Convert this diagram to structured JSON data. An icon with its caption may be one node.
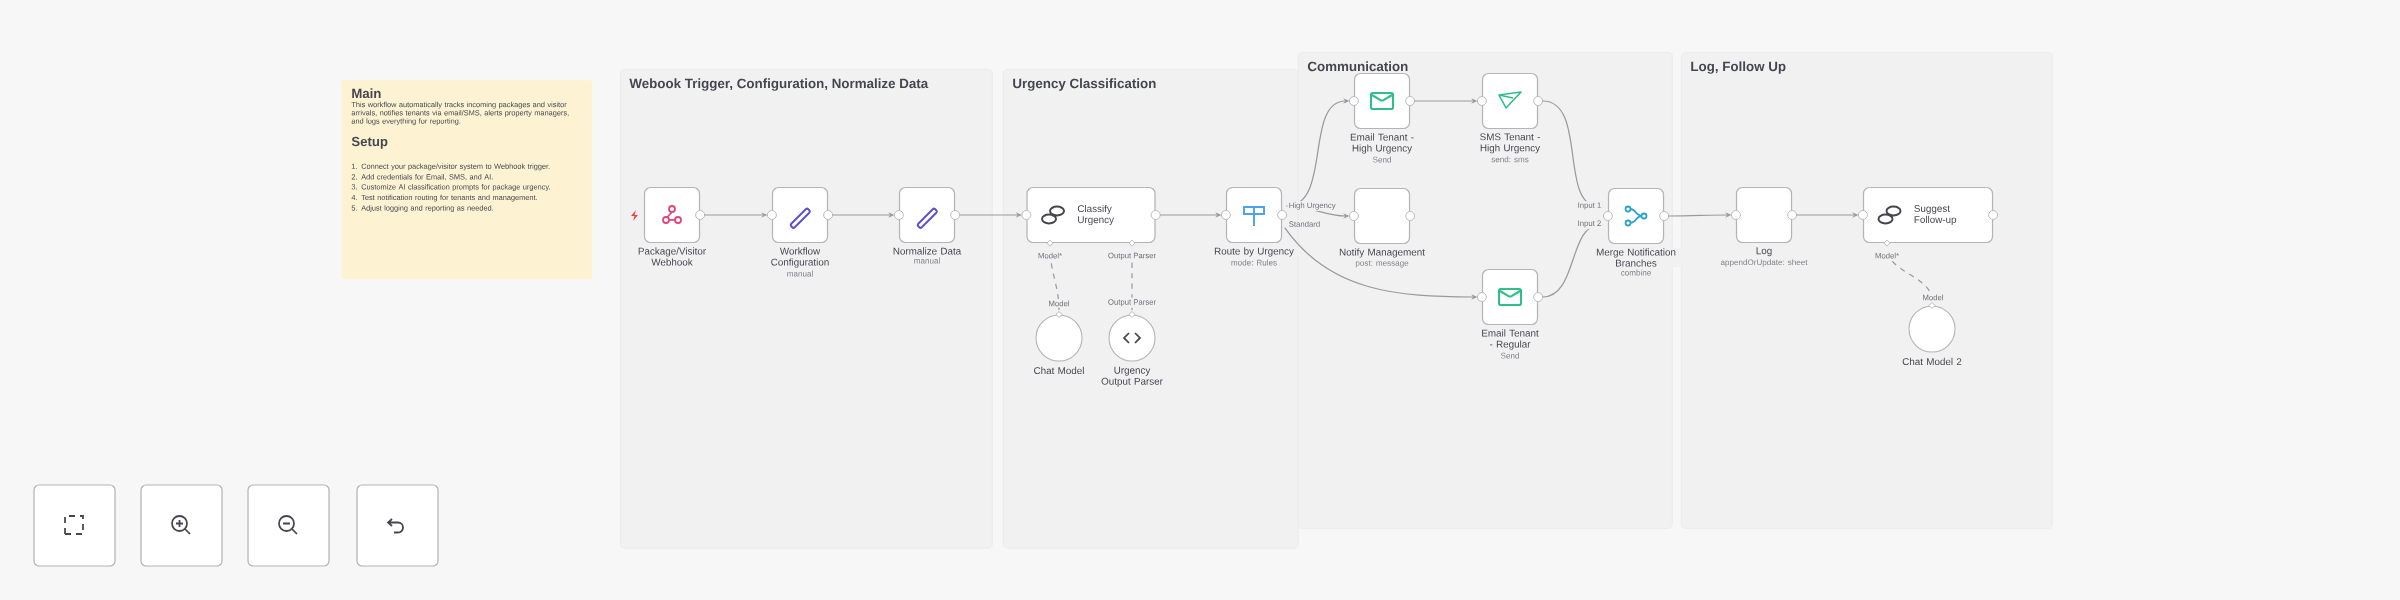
{
  "diagram": {
    "nodes": [
      {
        "text": [
          "Main",
          "This workflow automatically tracks incoming packages and visitor arrivals, notifies tenants via email/SMS, alerts property managers, and logs everything for reporting.",
          "Setup",
          "1. Connect your package/visitor system to Webhook trigger.",
          "2. Add credentials for Email, SMS, and AI.",
          "3. Customize AI classification prompts for package urgency.",
          "4. Test notification routing for tenants and management.",
          "5. Adjust logging and reporting as needed."
        ]
      },
      {
        "text": [
          "Webook Trigger, Configuration, Normalize Data"
        ]
      },
      {
        "text": [
          "Urgency Classification"
        ]
      },
      {
        "text": [
          "Communication"
        ]
      },
      {
        "text": [
          "Log, Follow Up"
        ]
      },
      {
        "text": [
          "Package/Visitor Webhook"
        ],
        "in": 1
      },
      {
        "text": [
          "Workflow Configuration"
        ],
        "beside": [
          "manual"
        ],
        "in": 1
      },
      {
        "text": [
          "Normalize Data"
        ],
        "beside": [
          "manual"
        ],
        "in": 1
      },
      {
        "text": [
          "Classify Urgency"
        ],
        "in": 2
      },
      {
        "text": [
          "Chat Model"
        ],
        "in": 2
      },
      {
        "text": [
          "Urgency Output Parser"
        ],
        "in": 2
      },
      {
        "text": [
          "Route by Urgency"
        ],
        "beside": [
          "mode: Rules"
        ],
        "in": 2
      },
      {
        "text": [
          "Email Tenant - High Urgency"
        ],
        "beside": [
          "Send"
        ],
        "in": 3
      },
      {
        "text": [
          "SMS Tenant - High Urgency"
        ],
        "beside": [
          "send: sms"
        ],
        "in": 3
      },
      {
        "text": [
          "Notify Management"
        ],
        "beside": [
          "post: message"
        ],
        "in": 3
      },
      {
        "text": [
          "Email Tenant - Regular"
        ],
        "beside": [
          "Send"
        ],
        "in": 3
      },
      {
        "text": [
          "Merge Notification Branches"
        ],
        "beside": [
          "combine"
        ],
        "in": 3
      },
      {
        "text": [
          "Log"
        ],
        "beside": [
          "appendOrUpdate: sheet"
        ],
        "in": 4
      },
      {
        "text": [
          "Suggest Follow-up"
        ],
        "in": 4
      },
      {
        "text": [
          "Chat Model 2"
        ],
        "in": 4
      }
    ],
    "edges": [
      {
        "from": 5,
        "to": 6,
        "arrow": "to"
      },
      {
        "from": 6,
        "to": 7,
        "arrow": "to"
      },
      {
        "from": 7,
        "to": 8,
        "arrow": "to"
      },
      {
        "from": 8,
        "to": 11,
        "arrow": "to"
      },
      {
        "from": 11,
        "to": 12,
        "arrow": "to"
      },
      {
        "from": 11,
        "to": 14,
        "arrow": "to"
      },
      {
        "from": 11,
        "to": 15,
        "arrow": "to"
      },
      {
        "from": 12,
        "to": 13,
        "arrow": "to"
      },
      {
        "from": 13,
        "to": 16,
        "arrow": "to"
      },
      {
        "from": 15,
        "to": 16,
        "arrow": "to"
      },
      {
        "from": 16,
        "to": 17,
        "arrow": "to"
      },
      {
        "from": 17,
        "to": 18,
        "arrow": "to"
      },
      {
        "from": 9,
        "to": 8,
        "arrow": "none",
        "style": "dashed"
      },
      {
        "from": 10,
        "to": 8,
        "arrow": "none",
        "style": "dashed"
      },
      {
        "from": 19,
        "to": 18,
        "arrow": "none",
        "style": "dashed"
      }
    ],
    "labels": [
      "Model*",
      "Output Parser",
      "Model",
      "Output Parser",
      "High Urgency",
      "Standard",
      "Input 1",
      "Input 2",
      "Model*",
      "Model"
    ]
  }
}
